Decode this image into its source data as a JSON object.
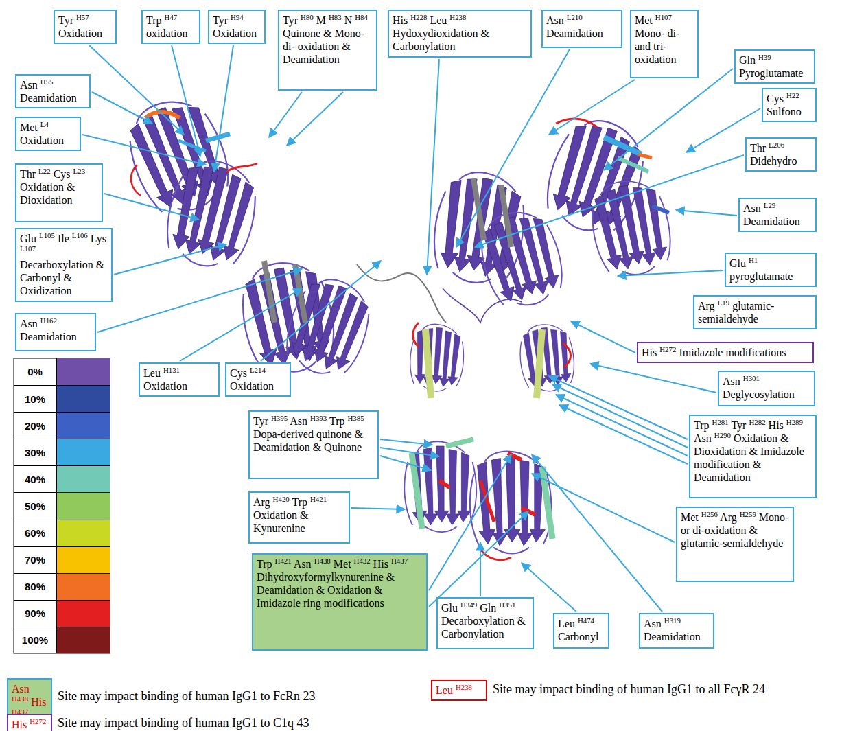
{
  "diagram": {
    "nodes": [
      {
        "text": [
          "Tyr H57 Oxidation"
        ]
      },
      {
        "text": [
          "Trp H47 oxidation"
        ]
      },
      {
        "text": [
          "Tyr H94 Oxidation"
        ]
      },
      {
        "text": [
          "Tyr H80 M H83 N H84 Quinone & Mono- di- oxidation & Deamidation"
        ]
      },
      {
        "text": [
          "His H228 Leu H238 Hydoxydioxidation & Carbonylation"
        ]
      },
      {
        "text": [
          "Asn L210 Deamidation"
        ]
      },
      {
        "text": [
          "Met H107 Mono- di- and tri- oxidation"
        ]
      },
      {
        "text": [
          "Gln H39 Pyroglutamate"
        ]
      },
      {
        "text": [
          "Asn H55 Deamidation"
        ]
      },
      {
        "text": [
          "Cys H22 Sulfono"
        ]
      },
      {
        "text": [
          "Met L4 Oxidation"
        ]
      },
      {
        "text": [
          "Thr L206 Didehydro"
        ]
      },
      {
        "text": [
          "Thr L22 Cys L23 Oxidation & Dioxidation"
        ]
      },
      {
        "text": [
          "Asn L29 Deamidation"
        ]
      },
      {
        "text": [
          "Glu L105 Ile L106 Lys L107 Decarboxylation & Carbonyl & Oxidization"
        ]
      },
      {
        "text": [
          "Glu H1 pyroglutamate"
        ]
      },
      {
        "text": [
          "Asn H162 Deamidation"
        ]
      },
      {
        "text": [
          "Arg L19 glutamic-semialdehyde"
        ]
      },
      {
        "text": [
          "His H272 Imidazole modifications"
        ]
      },
      {
        "text": [
          "Leu H131 Oxidation"
        ]
      },
      {
        "text": [
          "Cys L214 Oxidation"
        ]
      },
      {
        "text": [
          "Asn H301 Deglycosylation"
        ]
      },
      {
        "text": [
          "Tyr H395 Asn H393 Trp H385 Dopa-derived quinone & Deamidation & Quinone"
        ]
      },
      {
        "text": [
          "Trp H281 Tyr H282 His H289 Asn H290 Oxidation & Dioxidation & Imidazole modification & Deamidation"
        ]
      },
      {
        "text": [
          "Arg H420 Trp H421 Oxidation & Kynurenine"
        ]
      },
      {
        "text": [
          "Met H256 Arg H259 Mono- or di-oxidation & glutamic-semialdehyde"
        ]
      },
      {
        "text": [
          "Trp H421 Asn H438 Met H432 His H437 Dihydroxyformylkynurenine & Deamidation & Oxidation & Imidazole ring modifications"
        ]
      },
      {
        "text": [
          "Glu H349 Gln H351 Decarboxylation & Carbonylation"
        ]
      },
      {
        "text": [
          "Leu H474 Carbonyl"
        ]
      },
      {
        "text": [
          "Asn H319 Deamidation"
        ]
      },
      {
        "text": [
          "Asn H438 His H437"
        ]
      },
      {
        "text": [
          "Leu H238"
        ]
      },
      {
        "text": [
          "His H272"
        ]
      }
    ],
    "labels": [
      "Site may impact binding of human IgG1 to FcRn 23",
      "Site may impact binding of human IgG1 to all FcγR 24",
      "Site may impact binding of human IgG1 to C1q 43"
    ],
    "legend": [
      {
        "text": "0%",
        "color": "#6f4fa8"
      },
      {
        "text": "10%",
        "color": "#2e4b9f"
      },
      {
        "text": "20%",
        "color": "#3d60c4"
      },
      {
        "text": "30%",
        "color": "#3aa9e2"
      },
      {
        "text": "40%",
        "color": "#72c9b6"
      },
      {
        "text": "50%",
        "color": "#92c95c"
      },
      {
        "text": "60%",
        "color": "#c9d823"
      },
      {
        "text": "70%",
        "color": "#f9c200"
      },
      {
        "text": "80%",
        "color": "#f06f22"
      },
      {
        "text": "90%",
        "color": "#e41f22"
      },
      {
        "text": "100%",
        "color": "#7f1a1a"
      }
    ]
  }
}
